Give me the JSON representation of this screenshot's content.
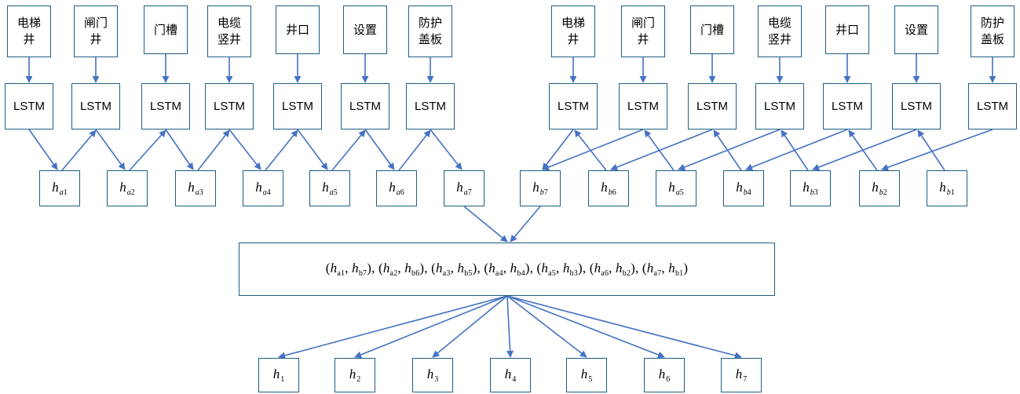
{
  "diagram": {
    "forward_words": [
      "电梯\n井",
      "闸门\n井",
      "门槽",
      "电缆\n竖井",
      "井口",
      "设置",
      "防护\n盖板"
    ],
    "backward_words": [
      "电梯\n井",
      "闸门\n井",
      "门槽",
      "电缆\n竖井",
      "井口",
      "设置",
      "防护\n盖板"
    ],
    "lstm_label": "LSTM",
    "forward_hidden": [
      {
        "sub": "a1"
      },
      {
        "sub": "a2"
      },
      {
        "sub": "a3"
      },
      {
        "sub": "a4"
      },
      {
        "sub": "a5"
      },
      {
        "sub": "a6"
      },
      {
        "sub": "a7"
      }
    ],
    "backward_hidden": [
      {
        "sub": "b7"
      },
      {
        "sub": "b6"
      },
      {
        "sub": "a5"
      },
      {
        "sub": "b4"
      },
      {
        "sub": "b3"
      },
      {
        "sub": "b2"
      },
      {
        "sub": "b1"
      }
    ],
    "pairs_text": "(ha1, hb7), (ha2, hb6), (ha3, hb5), (ha4, hb4), (ha5, hb3), (ha6, hb2), (ha7, hb1)",
    "pairs": [
      [
        "a1",
        "b7"
      ],
      [
        "a2",
        "b6"
      ],
      [
        "a3",
        "b5"
      ],
      [
        "a4",
        "b4"
      ],
      [
        "a5",
        "b3"
      ],
      [
        "a6",
        "b2"
      ],
      [
        "a7",
        "b1"
      ]
    ],
    "outputs": [
      "1",
      "2",
      "3",
      "4",
      "5",
      "6",
      "7"
    ],
    "colors": {
      "box_border": "#1f5d86",
      "arrow": "#4472c4",
      "text": "#000000"
    }
  }
}
